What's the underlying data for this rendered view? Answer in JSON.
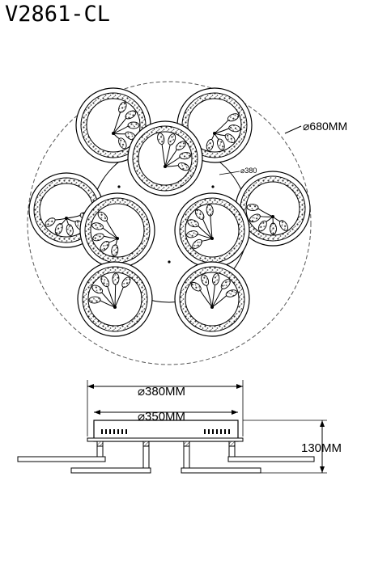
{
  "title": "V2861-CL",
  "dims": {
    "outer_diameter": "⌀680MM",
    "plate_diameter": "⌀380",
    "width_380": "⌀380MM",
    "width_350": "⌀350MM",
    "height": "130MM"
  }
}
